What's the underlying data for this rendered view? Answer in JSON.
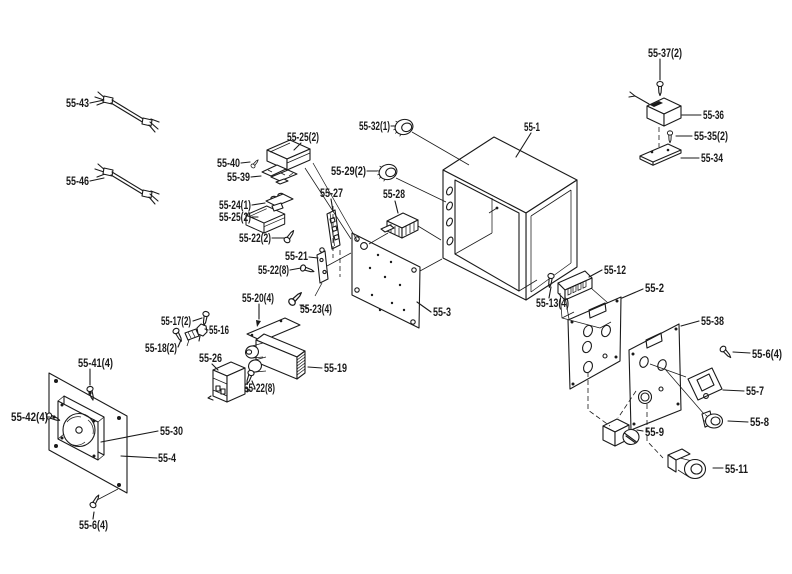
{
  "colors": {
    "background": "#ffffff",
    "line": "#1a1a1a"
  },
  "diagram_type": "exploded-parts-diagram",
  "labels": [
    {
      "id": "55-43",
      "text": "55-43"
    },
    {
      "id": "55-46",
      "text": "55-46"
    },
    {
      "id": "55-25-2-a",
      "text": "55-25(2)"
    },
    {
      "id": "55-40",
      "text": "55-40"
    },
    {
      "id": "55-39",
      "text": "55-39"
    },
    {
      "id": "55-24-1",
      "text": "55-24(1)"
    },
    {
      "id": "55-25-2-b",
      "text": "55-25(2)"
    },
    {
      "id": "55-22-2",
      "text": "55-22(2)"
    },
    {
      "id": "55-27",
      "text": "55-27"
    },
    {
      "id": "55-28",
      "text": "55-28"
    },
    {
      "id": "55-32-1",
      "text": "55-32(1)"
    },
    {
      "id": "55-29-2",
      "text": "55-29(2)"
    },
    {
      "id": "55-1",
      "text": "55-1"
    },
    {
      "id": "55-37-2",
      "text": "55-37(2)"
    },
    {
      "id": "55-36",
      "text": "55-36"
    },
    {
      "id": "55-35-2",
      "text": "55-35(2)"
    },
    {
      "id": "55-34",
      "text": "55-34"
    },
    {
      "id": "55-21",
      "text": "55-21"
    },
    {
      "id": "55-22-8-a",
      "text": "55-22(8)"
    },
    {
      "id": "55-20-4",
      "text": "55-20(4)"
    },
    {
      "id": "55-23-4",
      "text": "55-23(4)"
    },
    {
      "id": "55-3",
      "text": "55-3"
    },
    {
      "id": "55-12",
      "text": "55-12"
    },
    {
      "id": "55-13-4",
      "text": "55-13(4)"
    },
    {
      "id": "55-2",
      "text": "55-2"
    },
    {
      "id": "55-38",
      "text": "55-38"
    },
    {
      "id": "55-6-4-a",
      "text": "55-6(4)"
    },
    {
      "id": "55-7",
      "text": "55-7"
    },
    {
      "id": "55-8",
      "text": "55-8"
    },
    {
      "id": "55-9",
      "text": "55-9"
    },
    {
      "id": "55-11",
      "text": "55-11"
    },
    {
      "id": "55-17-2",
      "text": "55-17(2)"
    },
    {
      "id": "55-16",
      "text": "55-16"
    },
    {
      "id": "55-18-2",
      "text": "55-18(2)"
    },
    {
      "id": "55-26",
      "text": "55-26"
    },
    {
      "id": "55-19",
      "text": "55-19"
    },
    {
      "id": "55-22-8-b",
      "text": "55-22(8)"
    },
    {
      "id": "55-41-4",
      "text": "55-41(4)"
    },
    {
      "id": "55-42-4",
      "text": "55-42(4)"
    },
    {
      "id": "55-30",
      "text": "55-30"
    },
    {
      "id": "55-4",
      "text": "55-4"
    },
    {
      "id": "55-6-4-b",
      "text": "55-6(4)"
    }
  ]
}
